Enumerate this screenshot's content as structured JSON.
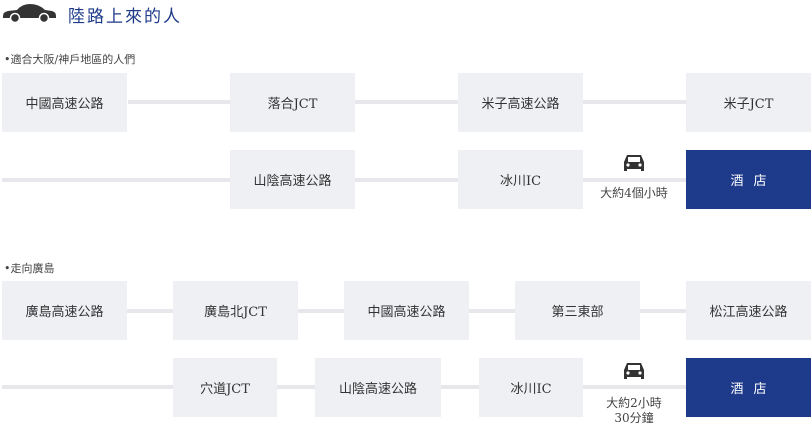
{
  "header": {
    "title": "陸路上來的人"
  },
  "sections": [
    {
      "label": "•適合大阪/神戶地區的人們",
      "row1": [
        "中國高速公路",
        "落合JCT",
        "米子高速公路",
        "米子JCT"
      ],
      "row2": [
        "山陰高速公路",
        "冰川IC"
      ],
      "drive": "大約4個小時",
      "hotel": "酒店"
    },
    {
      "label": "•走向廣島",
      "row1": [
        "廣島高速公路",
        "廣島北JCT",
        "中國高速公路",
        "第三東部",
        "松江高速公路"
      ],
      "row2": [
        "穴道JCT",
        "山陰高速公路",
        "冰川IC"
      ],
      "drive": "大約2小時\n30分鐘",
      "hotel": "酒店"
    }
  ]
}
